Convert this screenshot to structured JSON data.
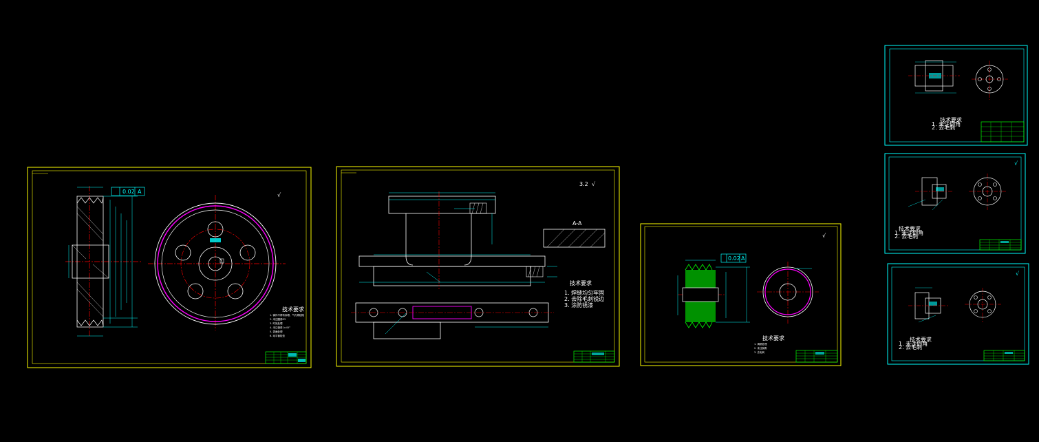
{
  "colors": {
    "background": "#000000",
    "sheet_border": "#ffff00",
    "small_sheet_border": "#00ffff",
    "center_line": "#ff0000",
    "outline": "#ffffff",
    "dimension": "#00ffff",
    "hatch": "#00ff00",
    "special": "#ff00ff",
    "title_block": "#00ff00"
  },
  "sheets": [
    {
      "id": "sheet-1-pulley",
      "tolerance_value": "0.02",
      "tolerance_datum": "A",
      "tech_title": "技术要求",
      "notes": [
        "1. 铸件不得有砂眼、气孔等缺陷",
        "2. 未注圆角R3",
        "3. 时效处理",
        "4. 未注倒角1×45°",
        "5. 表面处理",
        "6. 动平衡检查"
      ]
    },
    {
      "id": "sheet-2-frame",
      "roughness": "3.2",
      "section_label": "A-A",
      "tech_title": "技术要求",
      "notes": [
        "1. 焊缝均匀牢固",
        "2. 去除毛刺锐边",
        "3. 涂防锈漆"
      ]
    },
    {
      "id": "sheet-3-small-pulley",
      "tolerance_value": "0.02",
      "tolerance_datum": "A",
      "tech_title": "技术要求",
      "notes": [
        "1. 调质处理",
        "2. 未注倒角",
        "3. 去毛刺"
      ]
    },
    {
      "id": "sheet-4-flange",
      "tech_title": "技术要求",
      "notes": [
        "1. 未注倒角",
        "2. 去毛刺"
      ]
    },
    {
      "id": "sheet-5-hub",
      "tech_title": "技术要求",
      "notes": [
        "1. 未注倒角",
        "2. 去毛刺"
      ]
    },
    {
      "id": "sheet-6-hub",
      "tech_title": "技术要求",
      "notes": [
        "1. 未注倒角",
        "2. 去毛刺"
      ]
    }
  ]
}
